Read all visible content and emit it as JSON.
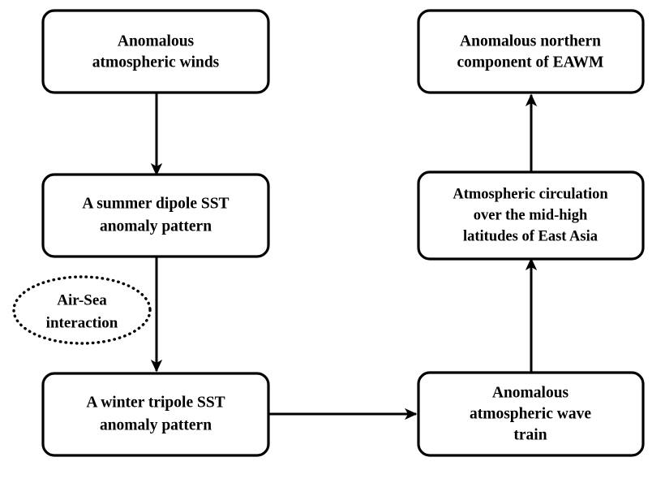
{
  "diagram": {
    "type": "flowchart",
    "background_color": "#ffffff",
    "line_color": "#000000",
    "nodes": [
      {
        "id": "anomalous-atmospheric-winds",
        "shape": "rounded-rect",
        "lines": [
          "Anomalous",
          "atmospheric winds"
        ]
      },
      {
        "id": "summer-dipole-sst",
        "shape": "rounded-rect",
        "lines": [
          "A summer dipole SST",
          "anomaly pattern"
        ]
      },
      {
        "id": "air-sea-interaction",
        "shape": "dotted-ellipse",
        "lines": [
          "Air-Sea",
          "interaction"
        ]
      },
      {
        "id": "winter-tripole-sst",
        "shape": "rounded-rect",
        "lines": [
          "A winter tripole SST",
          "anomaly pattern"
        ]
      },
      {
        "id": "anomalous-northern-eawm",
        "shape": "rounded-rect",
        "lines": [
          "Anomalous northern",
          "component of EAWM"
        ]
      },
      {
        "id": "atmospheric-circulation",
        "shape": "rounded-rect",
        "lines": [
          "Atmospheric circulation",
          "over the mid-high",
          "latitudes of East Asia"
        ]
      },
      {
        "id": "wave-train",
        "shape": "rounded-rect",
        "lines": [
          "Anomalous",
          "atmospheric wave",
          "train"
        ]
      }
    ],
    "edges": [
      {
        "id": "winds-to-dipole",
        "from": "anomalous-atmospheric-winds",
        "to": "summer-dipole-sst",
        "direction": "down"
      },
      {
        "id": "dipole-to-tripole",
        "from": "summer-dipole-sst",
        "to": "winter-tripole-sst",
        "direction": "down"
      },
      {
        "id": "tripole-to-wavetrain",
        "from": "winter-tripole-sst",
        "to": "wave-train",
        "direction": "right"
      },
      {
        "id": "wavetrain-to-circulation",
        "from": "wave-train",
        "to": "atmospheric-circulation",
        "direction": "up"
      },
      {
        "id": "circulation-to-eawm",
        "from": "atmospheric-circulation",
        "to": "anomalous-northern-eawm",
        "direction": "up"
      }
    ]
  },
  "text": {
    "box1_line1": "Anomalous",
    "box1_line2": "atmospheric winds",
    "box2_line1": "A summer dipole SST",
    "box2_line2": "anomaly pattern",
    "ellipse_line1": "Air-Sea",
    "ellipse_line2": "interaction",
    "box3_line1": "A winter tripole SST",
    "box3_line2": "anomaly pattern",
    "box4_line1": "Anomalous northern",
    "box4_line2": "component of EAWM",
    "box5_line1": "Atmospheric circulation",
    "box5_line2": "over the mid-high",
    "box5_line3": "latitudes of East Asia",
    "box6_line1": "Anomalous",
    "box6_line2": "atmospheric wave",
    "box6_line3": "train"
  }
}
